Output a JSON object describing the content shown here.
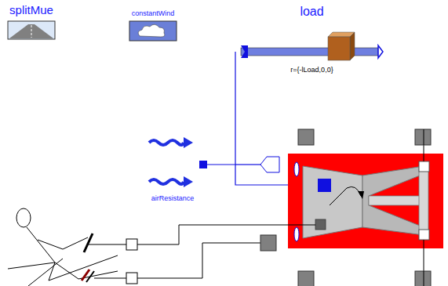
{
  "diagram": {
    "nodes": [
      {
        "text": [
          "splitMue"
        ]
      },
      {
        "text": [
          "constantWind"
        ]
      },
      {
        "text": [
          "load",
          "r={-lLoad,0,0}"
        ]
      },
      {
        "text": [
          "airResistance"
        ]
      }
    ],
    "edges": [
      {
        "from": 3,
        "to": 2,
        "arrow": "none"
      }
    ]
  }
}
